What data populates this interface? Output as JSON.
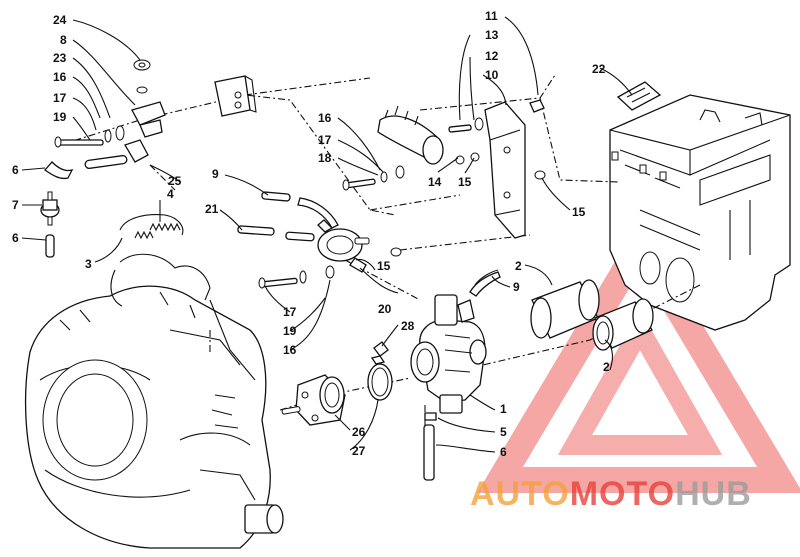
{
  "callouts": {
    "c24": "24",
    "c8": "8",
    "c23": "23",
    "c16a": "16",
    "c17a": "17",
    "c19a": "19",
    "c6a": "6",
    "c7": "7",
    "c6b": "6",
    "c3": "3",
    "c4": "4",
    "c25": "25",
    "c9a": "9",
    "c21": "21",
    "c11": "11",
    "c13": "13",
    "c12": "12",
    "c10": "10",
    "c16b": "16",
    "c17b": "17",
    "c18": "18",
    "c14": "14",
    "c15a": "15",
    "c15b": "15",
    "c15c": "15",
    "c22": "22",
    "c2a": "2",
    "c9b": "9",
    "c2b": "2",
    "c20": "20",
    "c17c": "17",
    "c19b": "19",
    "c16c": "16",
    "c28": "28",
    "c1": "1",
    "c26": "26",
    "c27": "27",
    "c5": "5",
    "c6c": "6"
  },
  "watermark": {
    "part1": "AUTO",
    "part2": "MOTO",
    "part3": "HUB",
    "color_red": "#e8413c",
    "color_orange": "#f4a23a",
    "color_gray": "#9c9c9c"
  }
}
